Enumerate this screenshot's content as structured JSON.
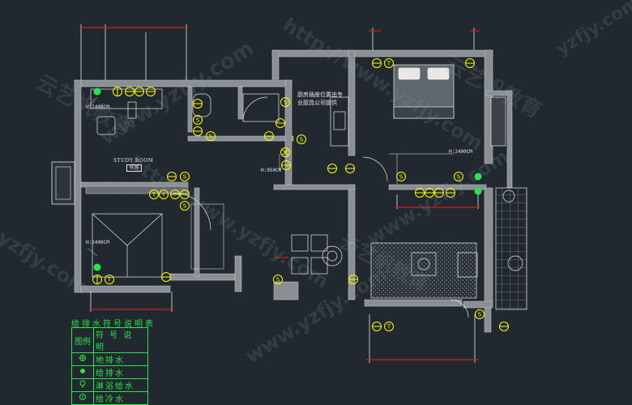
{
  "room_label": "STUDY ROOM",
  "room_tag": "书房",
  "heights": {
    "study": "H:2400CM",
    "study_lower": "H:2400CM",
    "kitchen": "H:950CM",
    "bedroom": "H:2400CM"
  },
  "kitchen_note": [
    "厨房插座位置由专",
    "业厨具公司提供"
  ],
  "legend": {
    "title": "给排水符号说明表",
    "header": [
      "图例",
      "符 号 说 明"
    ],
    "rows": [
      {
        "icon": "floor-drain-icon",
        "text": "地排水"
      },
      {
        "icon": "water-drain-icon",
        "text": "给排水"
      },
      {
        "icon": "shower-supply-icon",
        "text": "淋浴给水"
      },
      {
        "icon": "cold-water-icon",
        "text": "给冷水"
      }
    ]
  },
  "watermarks": [
    "云艺帆教育",
    "www.yzfjy.com",
    "http://www.yzfjy.com",
    "yzfjy.com"
  ],
  "colors": {
    "background": "#212830",
    "wall": "#8a8f94",
    "fixture": "#ffff00",
    "legend": "#2ee24a",
    "dimension": "#d02020",
    "text": "#e8e8e8"
  }
}
